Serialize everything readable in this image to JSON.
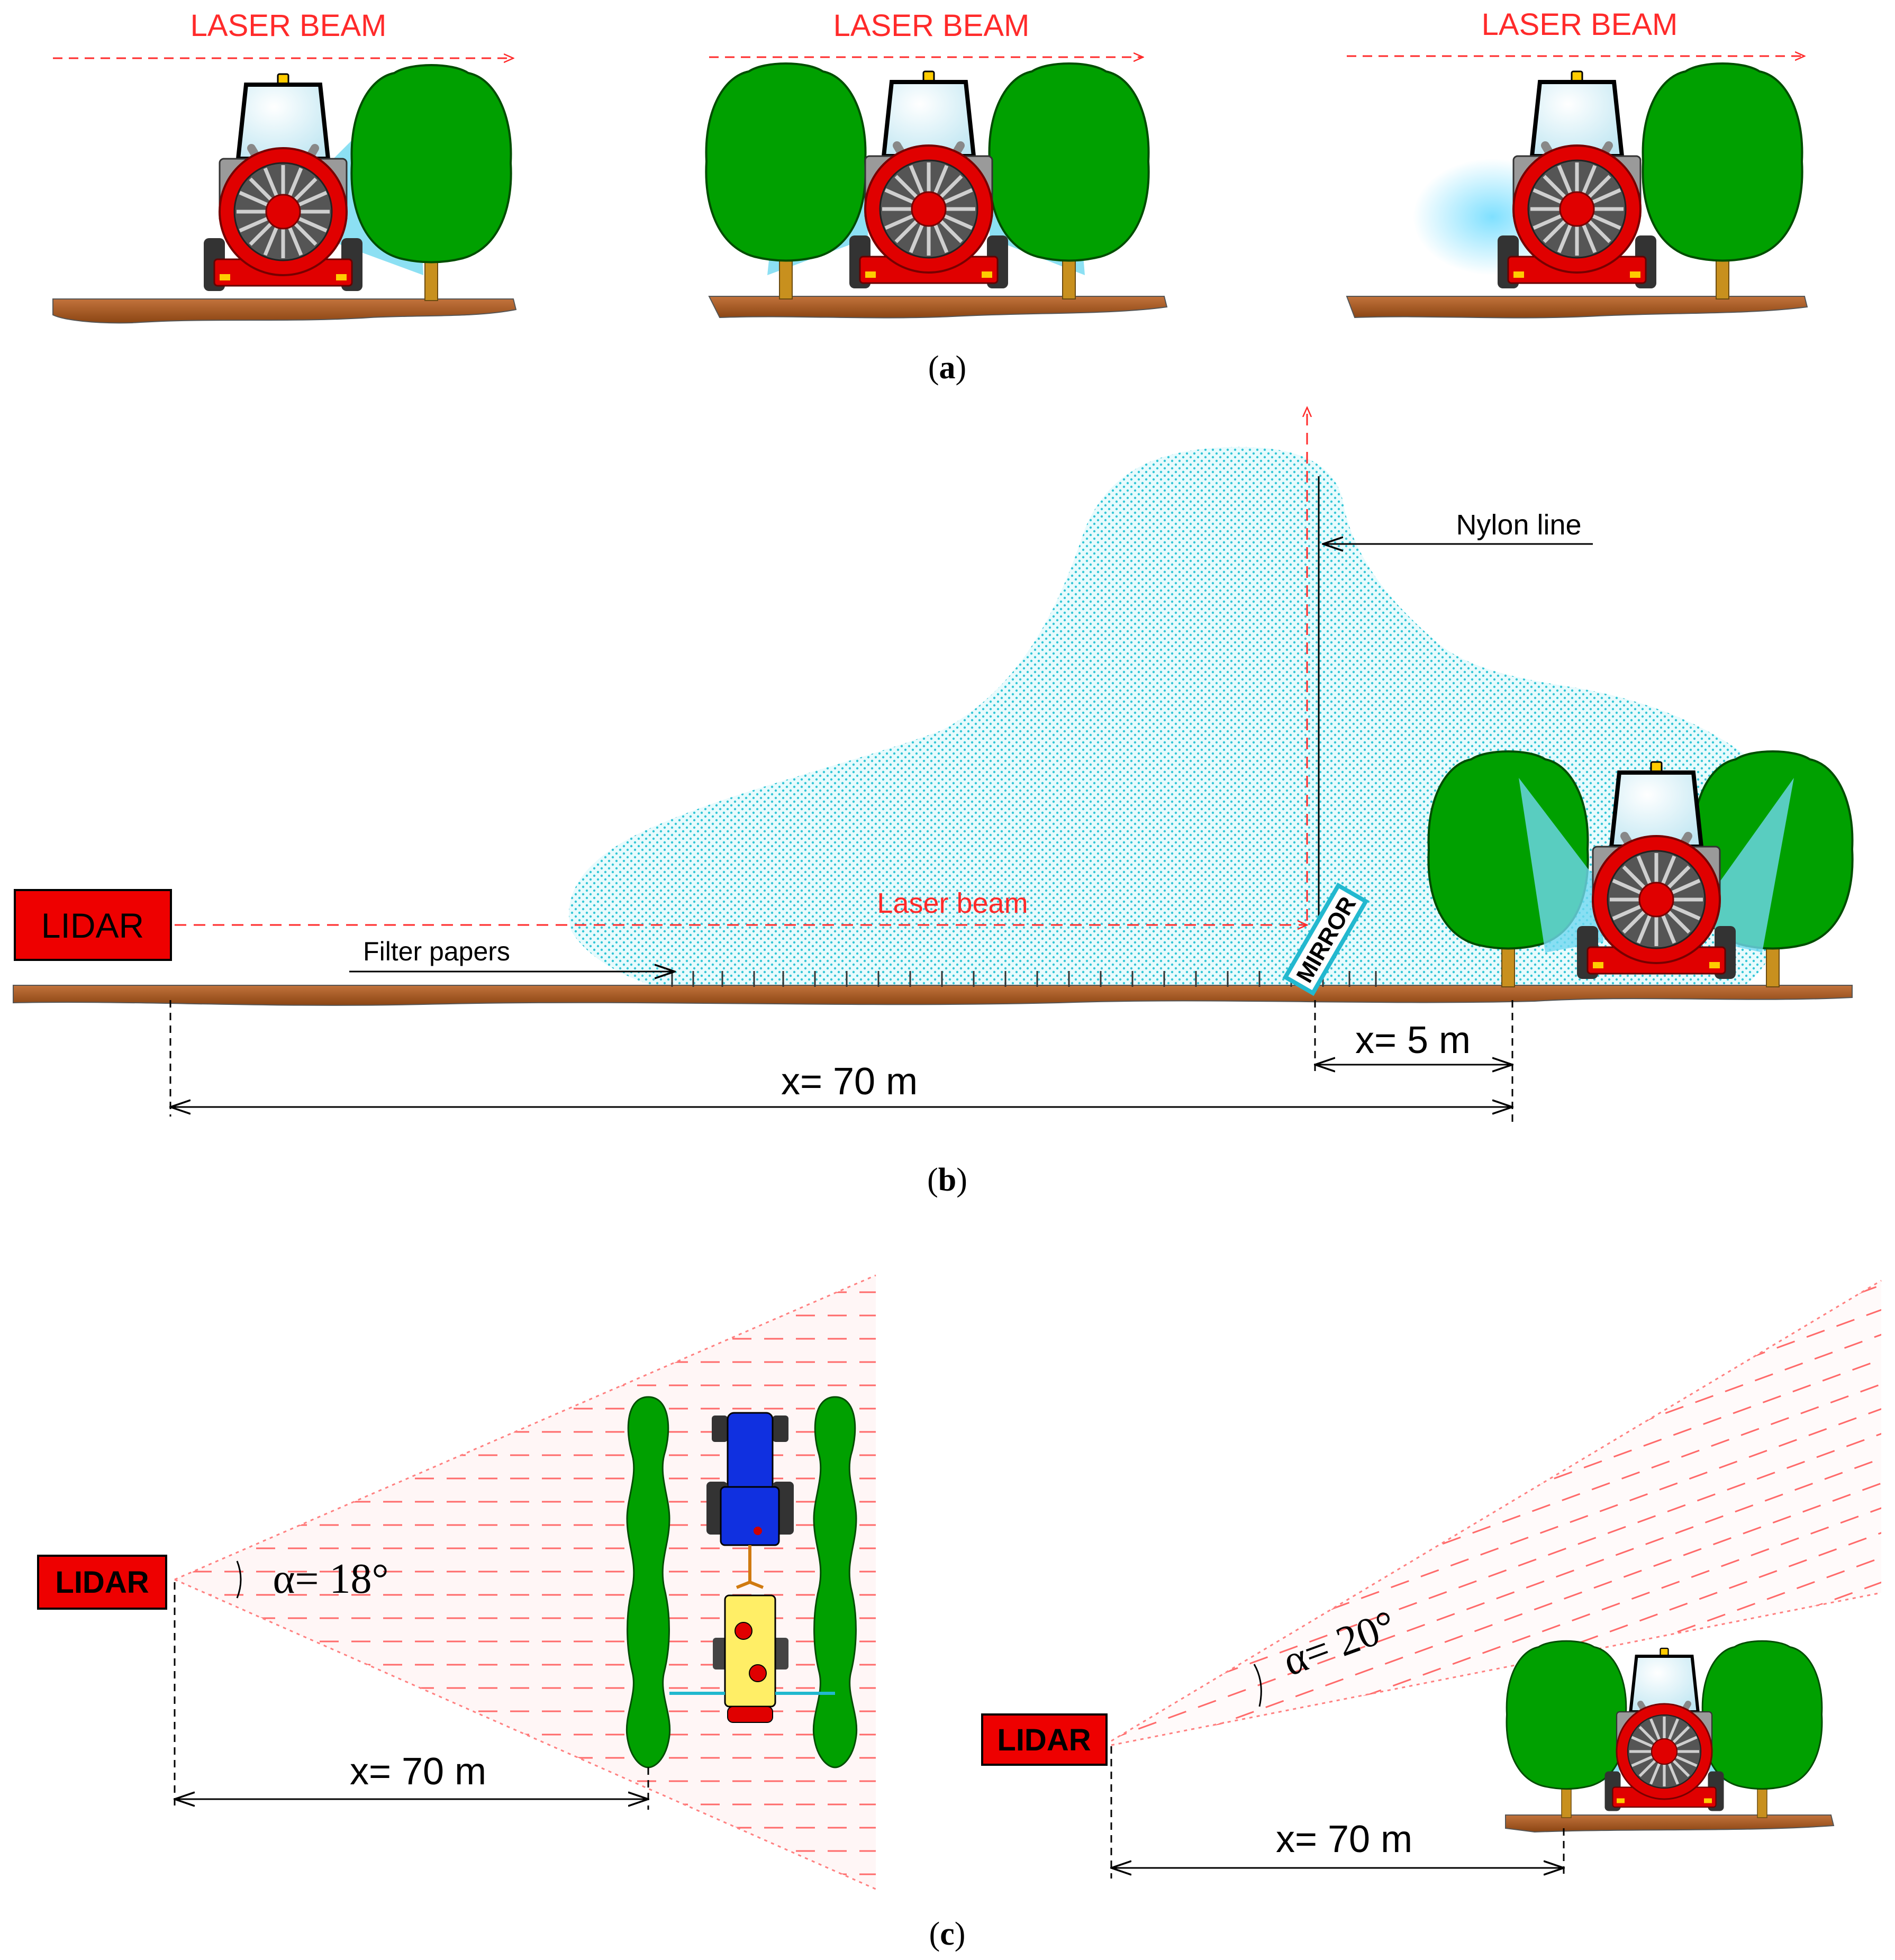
{
  "panel_a": {
    "beam_labels": [
      "LASER BEAM",
      "LASER BEAM",
      "LASER BEAM"
    ],
    "caption_letter": "a"
  },
  "panel_b": {
    "lidar_label": "LIDAR",
    "laser_label": "Laser beam",
    "nylon_label": "Nylon line",
    "filter_label": "Filter papers",
    "mirror_label": "MIRROR",
    "dim_total": "x= 70 m",
    "dim_short": "x= 5 m",
    "caption_letter": "b"
  },
  "panel_c": {
    "left": {
      "lidar_label": "LIDAR",
      "alpha_label": "α= 18°",
      "dim_label": "x= 70 m"
    },
    "right": {
      "lidar_label": "LIDAR",
      "alpha_label": "α= 20°",
      "dim_label": "x= 70 m"
    },
    "caption_letter": "c"
  },
  "colors": {
    "beam_red": "#ff2a2a",
    "lidar_box": "#ee0000",
    "tree_green": "#00a000",
    "spray_cyan": "#22c8d8",
    "ground_brown": "#a0522d",
    "fan_red": "#e00000"
  }
}
